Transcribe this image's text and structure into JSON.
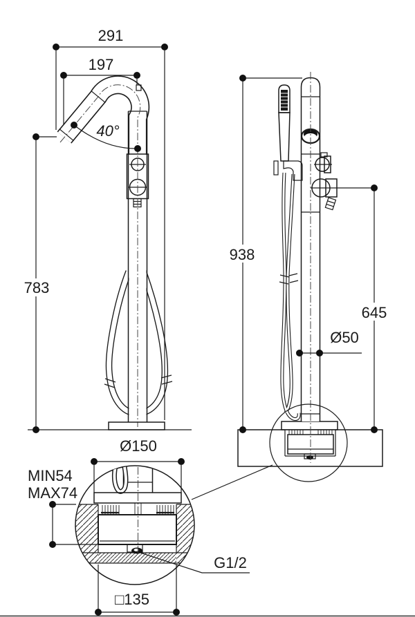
{
  "drawing": {
    "front_view": {
      "overall_width": "291",
      "spout_projection": "197",
      "spout_angle": "40°",
      "spout_height": "783",
      "base_diameter": "Ø150"
    },
    "side_view": {
      "overall_height": "938",
      "handle_height": "645",
      "column_diameter": "Ø50"
    },
    "detail_view": {
      "min_embed": "MIN54",
      "max_embed": "MAX74",
      "rough_in_square": "□135",
      "connection_thread": "G1/2"
    },
    "colors": {
      "line": "#1a1a1a",
      "background": "#ffffff"
    }
  }
}
